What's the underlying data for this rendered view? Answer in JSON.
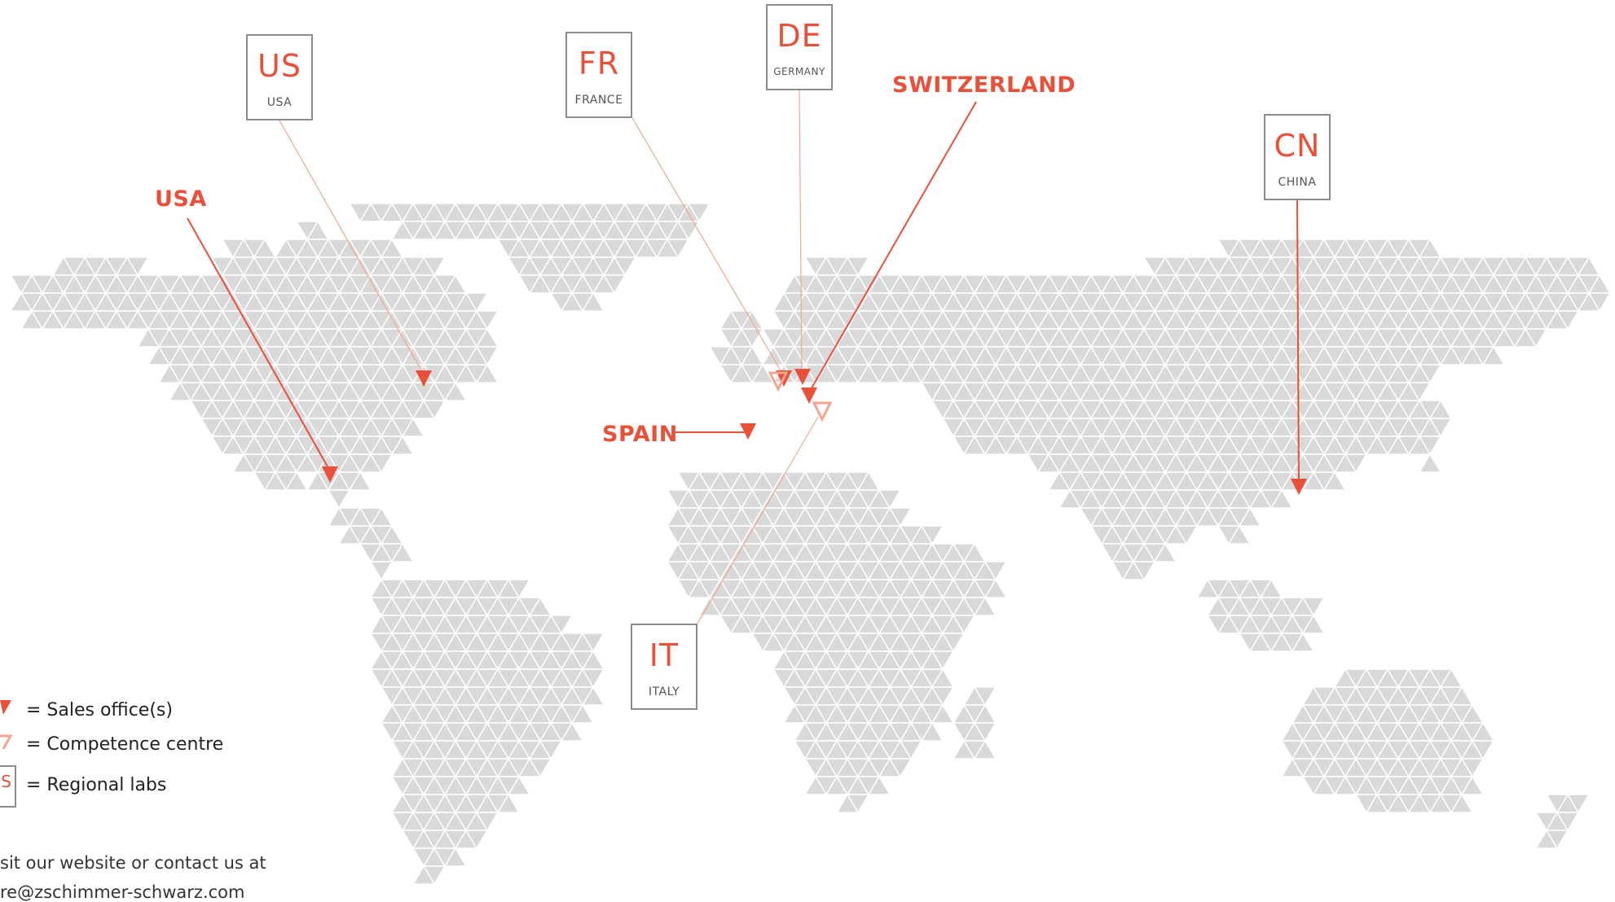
{
  "colors": {
    "land": "#d9d9d9",
    "accent": "#e8503a",
    "competence": "#f3a58f",
    "box_border": "#8c8c8c"
  },
  "regional_labs": [
    {
      "code": "US",
      "name": "USA"
    },
    {
      "code": "FR",
      "name": "FRANCE"
    },
    {
      "code": "DE",
      "name": "GERMANY"
    },
    {
      "code": "CN",
      "name": "CHINA"
    },
    {
      "code": "IT",
      "name": "ITALY"
    }
  ],
  "sales_labels": {
    "usa": "USA",
    "switzerland": "SWITZERLAND",
    "spain": "SPAIN"
  },
  "legend": {
    "sales_office": "= Sales office(s)",
    "competence_centre": "= Competence centre",
    "regional_labs": "= Regional labs",
    "box_letter": "S"
  },
  "contact": {
    "line1": "sit our website or contact us at",
    "line2": "re@zschimmer-schwarz.com"
  },
  "icons": {
    "sales_office": "filled-downward-triangle",
    "competence_centre": "outline-downward-triangle"
  }
}
